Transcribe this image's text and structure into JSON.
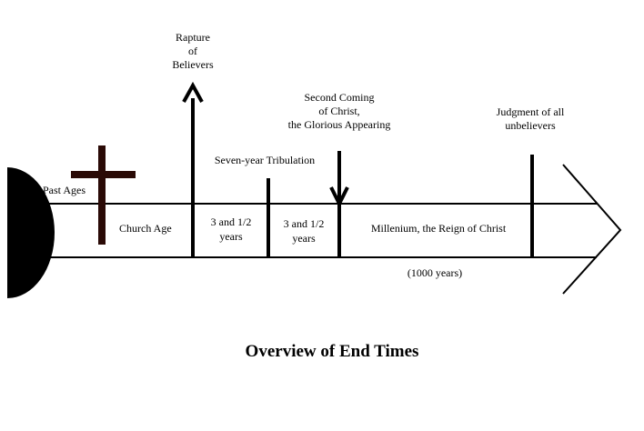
{
  "title": "Overview of End Times",
  "labels": {
    "past_ages": "Past Ages",
    "church_age": "Church Age",
    "rapture": [
      "Rapture",
      "of",
      "Believers"
    ],
    "tribulation": "Seven-year Tribulation",
    "half_one": [
      "3 and 1/2",
      "years"
    ],
    "half_two": [
      "3 and 1/2",
      "years"
    ],
    "second_coming": [
      "Second Coming",
      "of Christ,",
      "the Glorious Appearing"
    ],
    "millennium": "Millenium, the Reign of Christ",
    "thousand_years": "(1000 years)",
    "judgment": [
      "Judgment of all",
      "unbelievers"
    ]
  },
  "colors": {
    "ink": "#000000",
    "cross": "#2a0a06",
    "background": "#ffffff"
  },
  "icons": {
    "cross": "cross-icon",
    "up_arrow": "up-arrow-icon",
    "down_arrow": "down-arrow-icon",
    "arrowhead": "arrowhead-icon"
  }
}
